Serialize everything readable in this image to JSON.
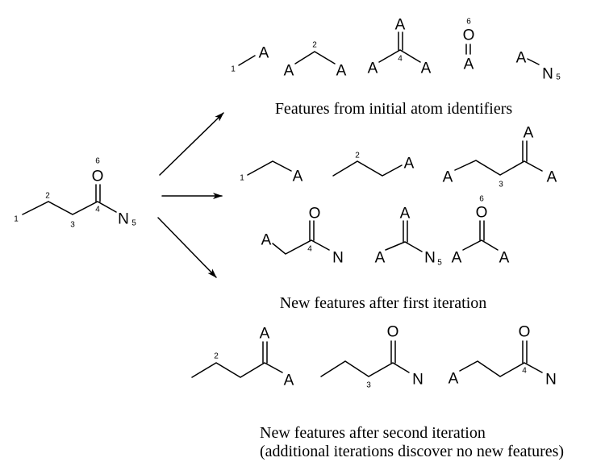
{
  "atoms": {
    "A": "A",
    "N": "N",
    "O": "O"
  },
  "ids": {
    "1": "1",
    "2": "2",
    "3": "3",
    "4": "4",
    "5": "5",
    "6": "6"
  },
  "captions": {
    "initial": "Features from initial atom identifiers",
    "first": "New features after first iteration",
    "second_line1": "New features after second iteration",
    "second_line2": "(additional iterations discover no new features)"
  }
}
